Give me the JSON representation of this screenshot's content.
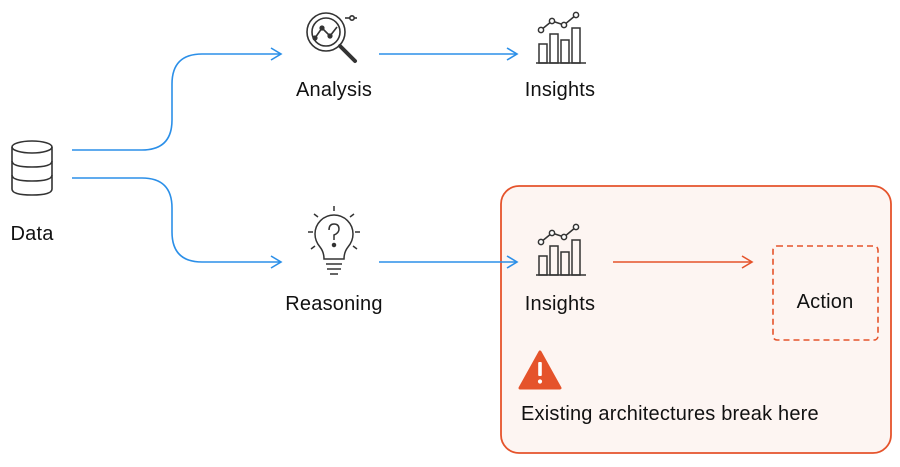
{
  "nodes": {
    "data": {
      "label": "Data",
      "icon": "database-icon"
    },
    "analysis": {
      "label": "Analysis",
      "icon": "magnifier-chart-icon"
    },
    "insights_top": {
      "label": "Insights",
      "icon": "bar-chart-icon"
    },
    "reasoning": {
      "label": "Reasoning",
      "icon": "lightbulb-question-icon"
    },
    "insights_bottom": {
      "label": "Insights",
      "icon": "bar-chart-icon"
    },
    "action": {
      "label": "Action"
    }
  },
  "warning": {
    "icon": "warning-icon",
    "text": "Existing architectures break here"
  },
  "colors": {
    "flow_arrow": "#2b8fe8",
    "highlight": "#e5532b",
    "highlight_bg": "#fdf5f2",
    "icon_stroke": "#333333",
    "text": "#111111"
  }
}
